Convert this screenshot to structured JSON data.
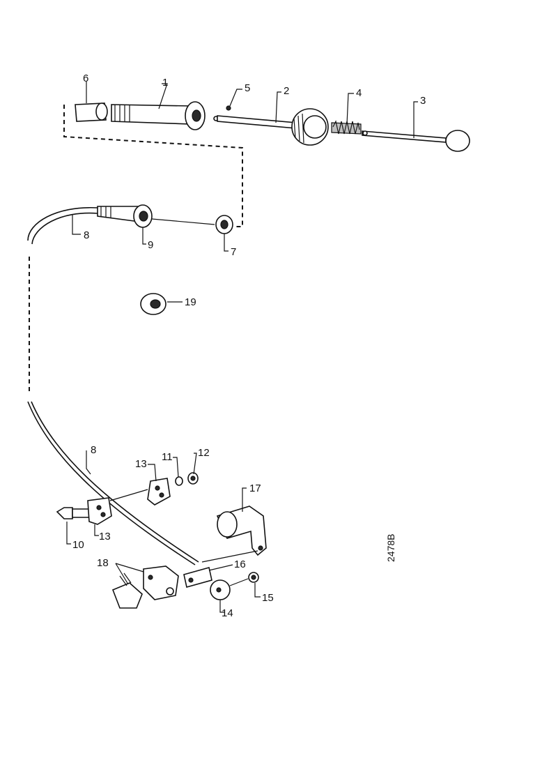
{
  "callouts": {
    "p1": "1",
    "p2": "2",
    "p3": "3",
    "p4": "4",
    "p5": "5",
    "p6": "6",
    "p7": "7",
    "p8_top": "8",
    "p8_bottom": "8",
    "p9": "9",
    "p10": "10",
    "p11": "11",
    "p12": "12",
    "p13_top": "13",
    "p13_bottom": "13",
    "p14": "14",
    "p15": "15",
    "p16": "16",
    "p17": "17",
    "p18": "18",
    "p19": "19"
  },
  "drawing_code": "2478B"
}
